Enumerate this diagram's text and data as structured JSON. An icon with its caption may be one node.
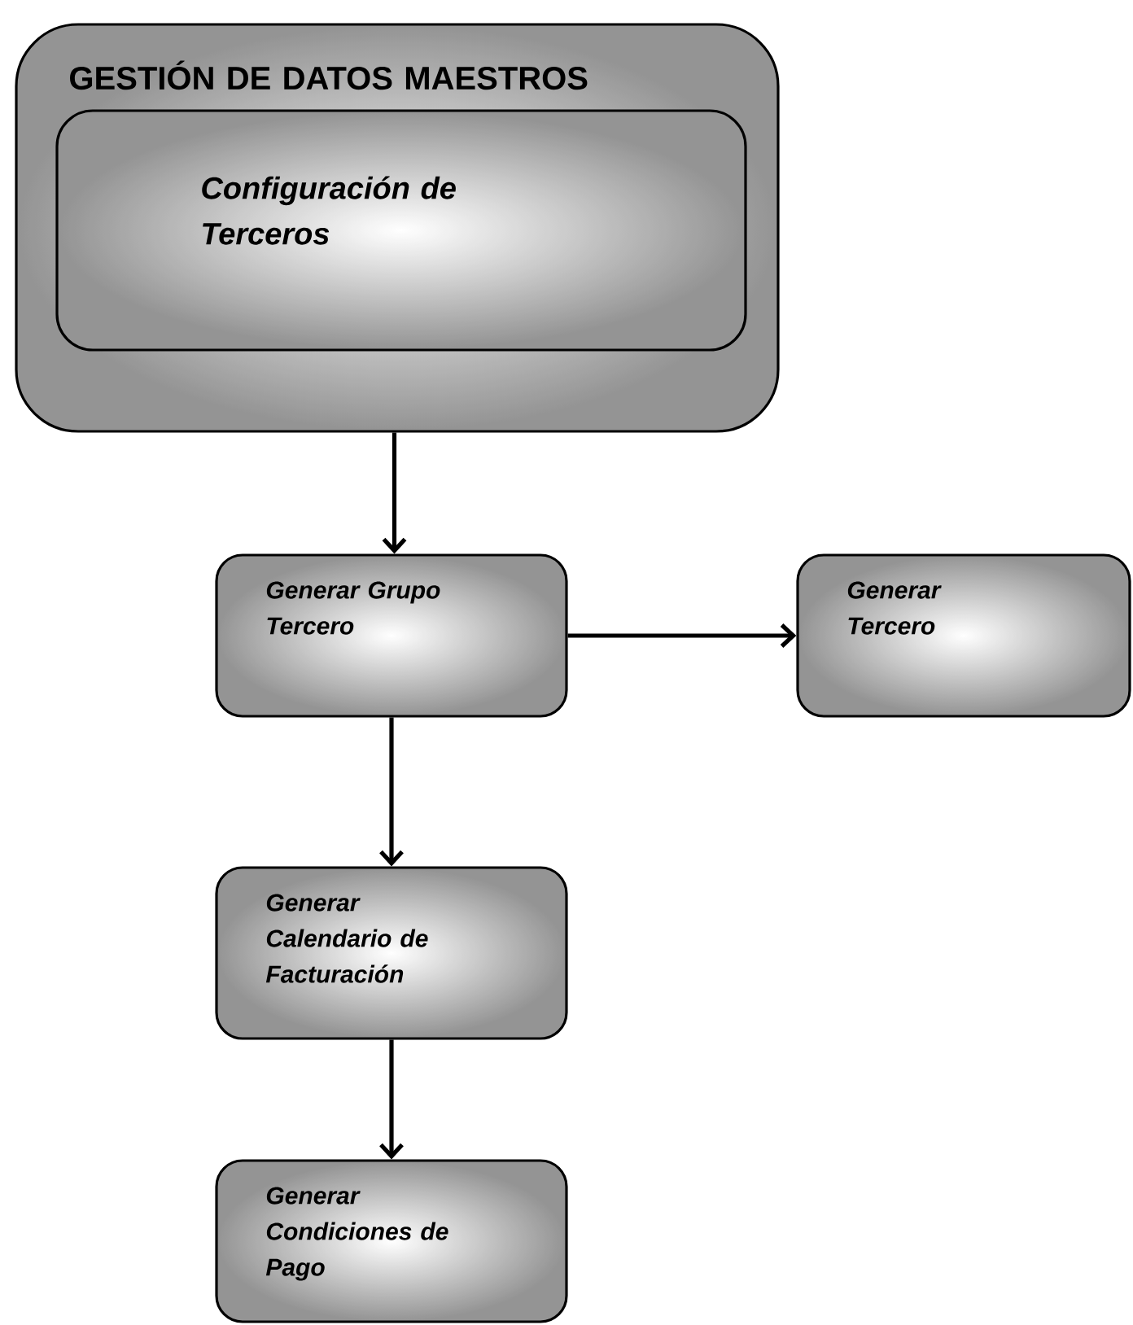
{
  "diagram": {
    "nodes": [
      {
        "text": [
          "GESTIÓN DE DATOS MAESTROS"
        ]
      },
      {
        "text": [
          "Configuración de Terceros"
        ],
        "in": 0
      },
      {
        "text": [
          "Generar Grupo Tercero"
        ]
      },
      {
        "text": [
          "Generar Tercero"
        ]
      },
      {
        "text": [
          "Generar Calendario de Facturación"
        ]
      },
      {
        "text": [
          "Generar Condiciones de Pago"
        ]
      }
    ],
    "edges": [
      {
        "from": 0,
        "to": 2,
        "arrow": "to"
      },
      {
        "from": 2,
        "to": 3,
        "arrow": "to"
      },
      {
        "from": 2,
        "to": 4,
        "arrow": "to"
      },
      {
        "from": 4,
        "to": 5,
        "arrow": "to"
      }
    ]
  }
}
